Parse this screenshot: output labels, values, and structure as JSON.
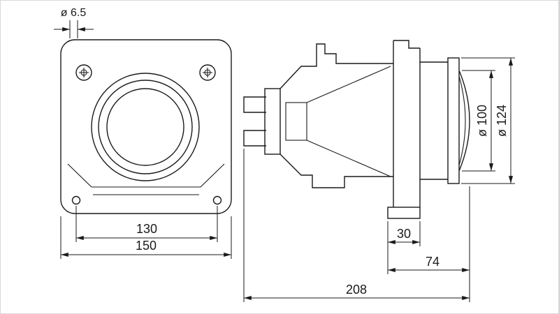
{
  "drawing": {
    "colors": {
      "line": "#1a1a1a",
      "background": "#ffffff"
    },
    "front_view": {
      "hole_diameter_label": "ø 6.5",
      "hole_spacing_label": "130",
      "plate_width_label": "150"
    },
    "side_view": {
      "foot_width_label": "30",
      "mount_to_lens_label": "74",
      "overall_length_label": "208",
      "lens_diameter_label": "ø 100",
      "bezel_diameter_label": "ø 124"
    }
  }
}
